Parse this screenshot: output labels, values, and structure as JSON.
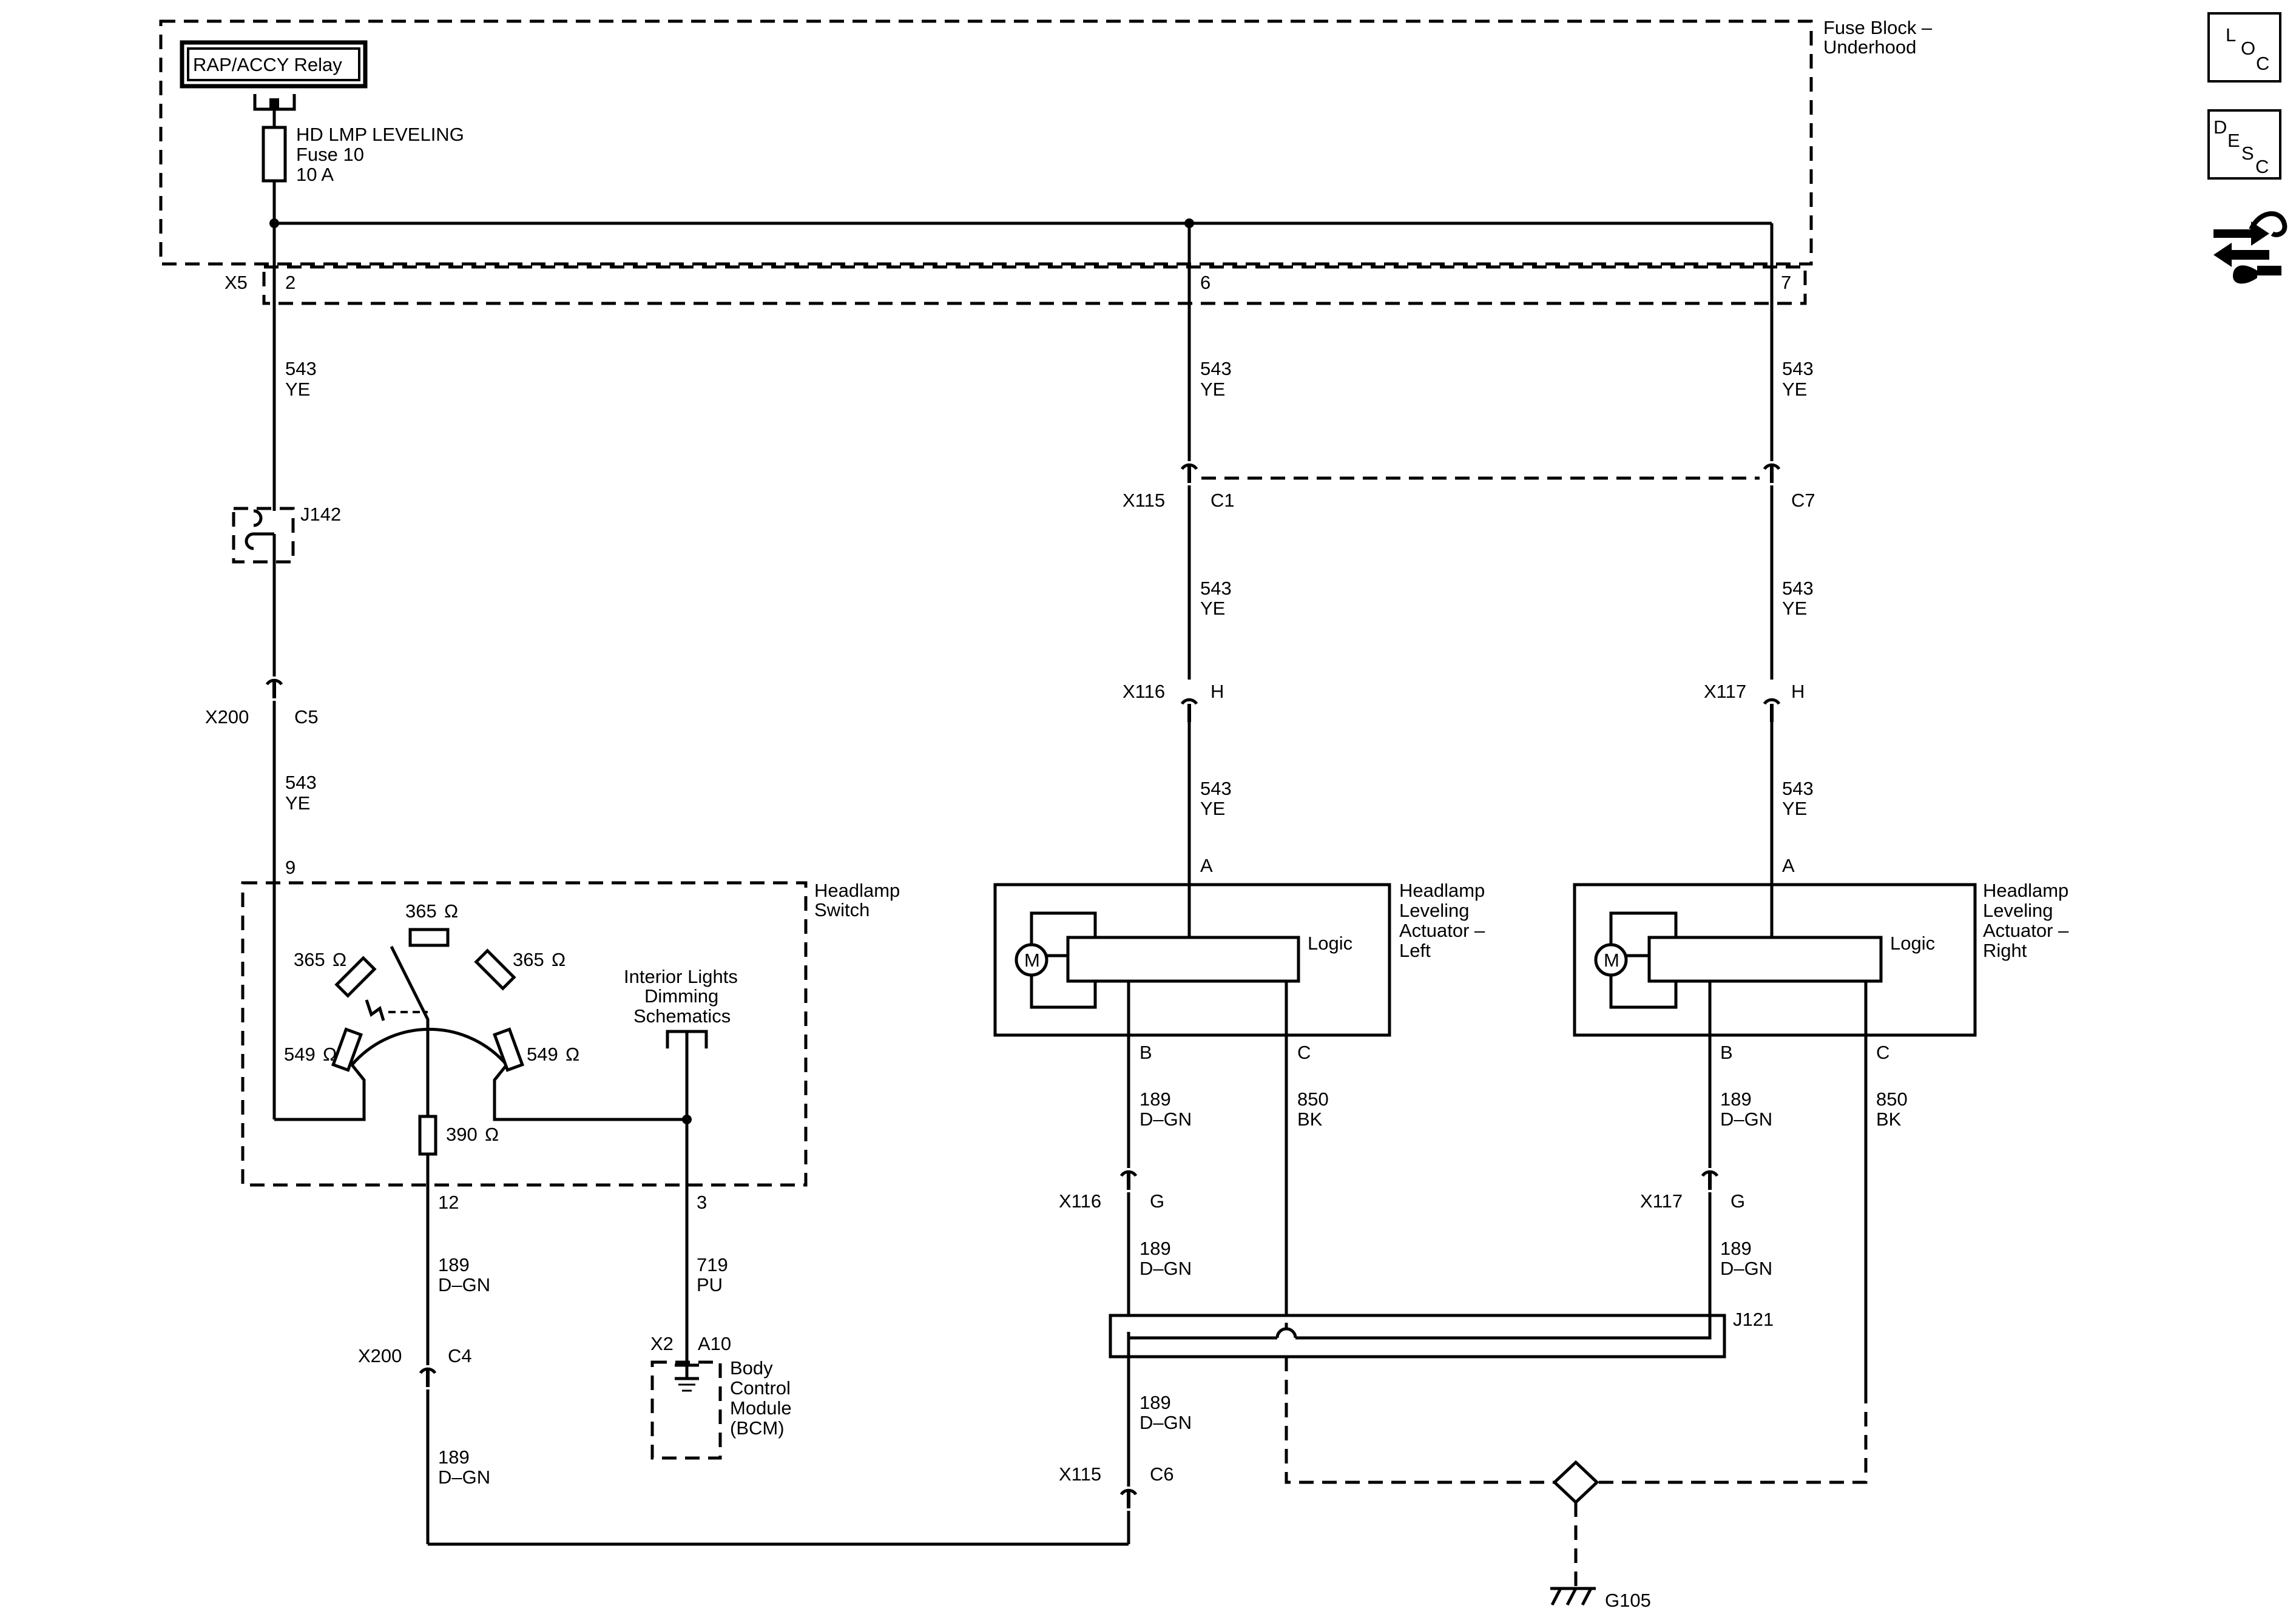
{
  "fuse_block": {
    "title_line1": "Fuse Block –",
    "title_line2": "Underhood"
  },
  "relay": {
    "label": "RAP/ACCY Relay"
  },
  "fuse": {
    "name": "HD LMP LEVELING",
    "number": "Fuse 10",
    "rating": "10 A"
  },
  "connector_x5": {
    "name": "X5",
    "pin_left": "2",
    "pin_mid": "6",
    "pin_right": "7"
  },
  "wires": {
    "w543_circuit": "543",
    "w543_color": "YE",
    "w189_circuit": "189",
    "w189_color": "D–GN",
    "w719_circuit": "719",
    "w719_color": "PU",
    "w850_circuit": "850",
    "w850_color": "BK"
  },
  "splices": {
    "j142": "J142",
    "j121": "J121"
  },
  "connectors": {
    "x200": "X200",
    "x200_c5": "C5",
    "x200_c4": "C4",
    "x115": "X115",
    "x115_c1": "C1",
    "x115_c7": "C7",
    "x115_c6": "C6",
    "x116": "X116",
    "x116_h": "H",
    "x116_g": "G",
    "x117": "X117",
    "x117_h": "H",
    "x117_g": "G",
    "x2": "X2",
    "x2_a10": "A10"
  },
  "headlamp_switch": {
    "label_line1": "Headlamp",
    "label_line2": "Switch",
    "pin_9": "9",
    "pin_12": "12",
    "pin_3": "3",
    "r_top": "365",
    "r_upper_left": "365",
    "r_upper_right": "365",
    "r_lower_left": "549",
    "r_lower_right": "549",
    "r_bottom": "390",
    "ohm": "Ω"
  },
  "interior_lights": {
    "line1": "Interior Lights",
    "line2": "Dimming",
    "line3": "Schematics"
  },
  "bcm": {
    "line1": "Body",
    "line2": "Control",
    "line3": "Module",
    "line4": "(BCM)"
  },
  "actuator_left": {
    "line1": "Headlamp",
    "line2": "Leveling",
    "line3": "Actuator –",
    "line4": "Left",
    "logic": "Logic",
    "motor": "M",
    "pin_a": "A",
    "pin_b": "B",
    "pin_c": "C"
  },
  "actuator_right": {
    "line1": "Headlamp",
    "line2": "Leveling",
    "line3": "Actuator –",
    "line4": "Right",
    "logic": "Logic",
    "motor": "M",
    "pin_a": "A",
    "pin_b": "B",
    "pin_c": "C"
  },
  "ground": {
    "label": "G105"
  },
  "nav_icons": {
    "loc": {
      "l": "L",
      "o": "O",
      "c": "C"
    },
    "desc": {
      "d": "D",
      "e": "E",
      "s": "S",
      "c": "C"
    },
    "tools_icon": "connector-tools-icon"
  }
}
